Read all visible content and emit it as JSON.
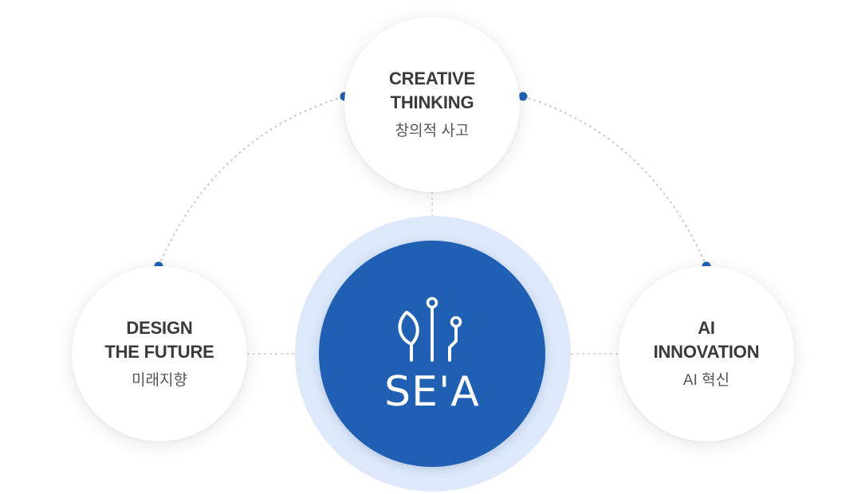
{
  "nodes": {
    "creative": {
      "title_line1": "CREATIVE",
      "title_line2": "THINKING",
      "subtitle": "창의적 사고"
    },
    "design": {
      "title_line1": "DESIGN",
      "title_line2": "THE FUTURE",
      "subtitle": "미래지향"
    },
    "ai": {
      "title_line1": "AI",
      "title_line2": "INNOVATION",
      "subtitle": "AI 혁신"
    }
  },
  "center": {
    "logo_text": "SE'A",
    "logo_icon": "sprout-circuit-icon"
  },
  "colors": {
    "core_blue": "#1f5fb4",
    "halo_blue": "#dde9fb",
    "dot_blue": "#1f5fb4",
    "connector_gray": "#c8ccd2",
    "title_text": "#3a3a3a",
    "subtitle_text": "#555555"
  }
}
